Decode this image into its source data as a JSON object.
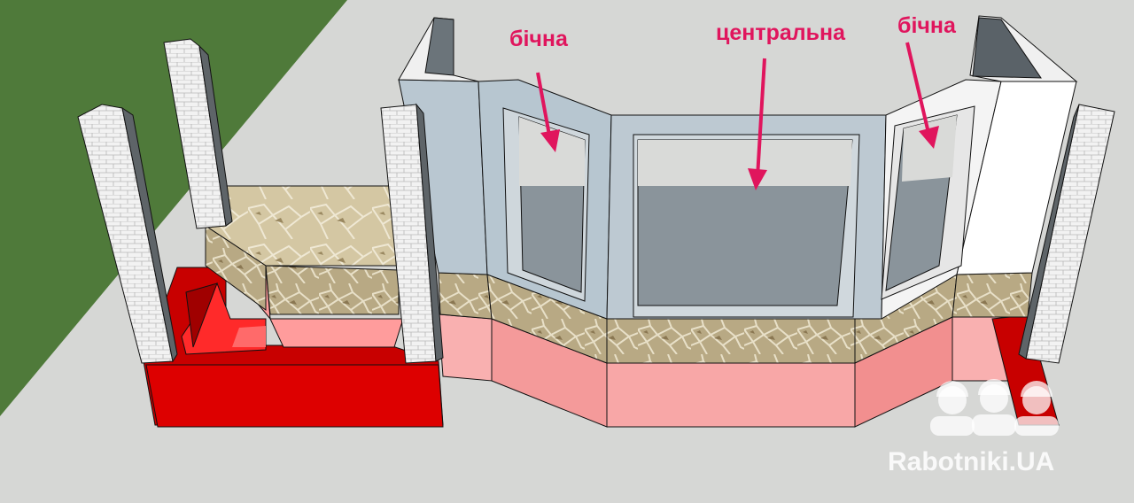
{
  "labels": {
    "left": "бічна",
    "center": "центральна",
    "right": "бічна"
  },
  "watermark": {
    "text": "Rabotniki.UA"
  },
  "colors": {
    "grass": "#4f7a3a",
    "ground": "#d6d7d5",
    "foundation_red": "#dd0000",
    "plinth_pink": "#f8a8a8",
    "wall_blue": "#b9c7d1",
    "wall_white": "#f4f4f4",
    "stone": "#b8a984",
    "arrow_magenta": "#e0155d",
    "brick": "#f2f2f2"
  }
}
